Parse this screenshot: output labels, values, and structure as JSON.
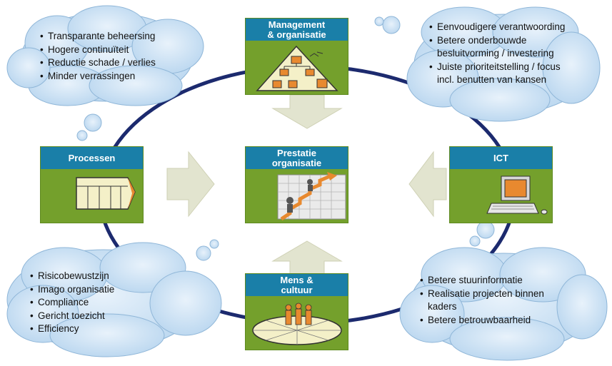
{
  "center": {
    "title_line1": "Prestatie",
    "title_line2": "organisatie"
  },
  "top": {
    "title_line1": "Management",
    "title_line2": "& organisatie"
  },
  "left": {
    "title": "Processen"
  },
  "right": {
    "title": "ICT"
  },
  "bottom": {
    "title_line1": "Mens &",
    "title_line2": "cultuur"
  },
  "clouds": {
    "top_left": [
      "Transparante beheersing",
      "Hogere continuïteit",
      "Reductie schade / verlies",
      "Minder verrassingen"
    ],
    "top_right": [
      "Eenvoudigere verantwoording",
      "Betere onderbouwde besluitvorming / investering",
      "Juiste prioriteitstelling / focus incl. benutten van kansen"
    ],
    "bottom_left": [
      "Risicobewustzijn",
      "Imago organisatie",
      "Compliance",
      "Gericht toezicht",
      "Efficiency"
    ],
    "bottom_right": [
      "Betere stuurinformatie",
      "Realisatie projecten binnen kaders",
      "Betere betrouwbaarheid"
    ]
  },
  "colors": {
    "header_blue": "#1a7fa8",
    "box_green": "#74a02c",
    "ring_navy": "#1c2a6e",
    "cloud_blue": "#cfe3f5",
    "arrow_beige": "#e2e4cf"
  }
}
